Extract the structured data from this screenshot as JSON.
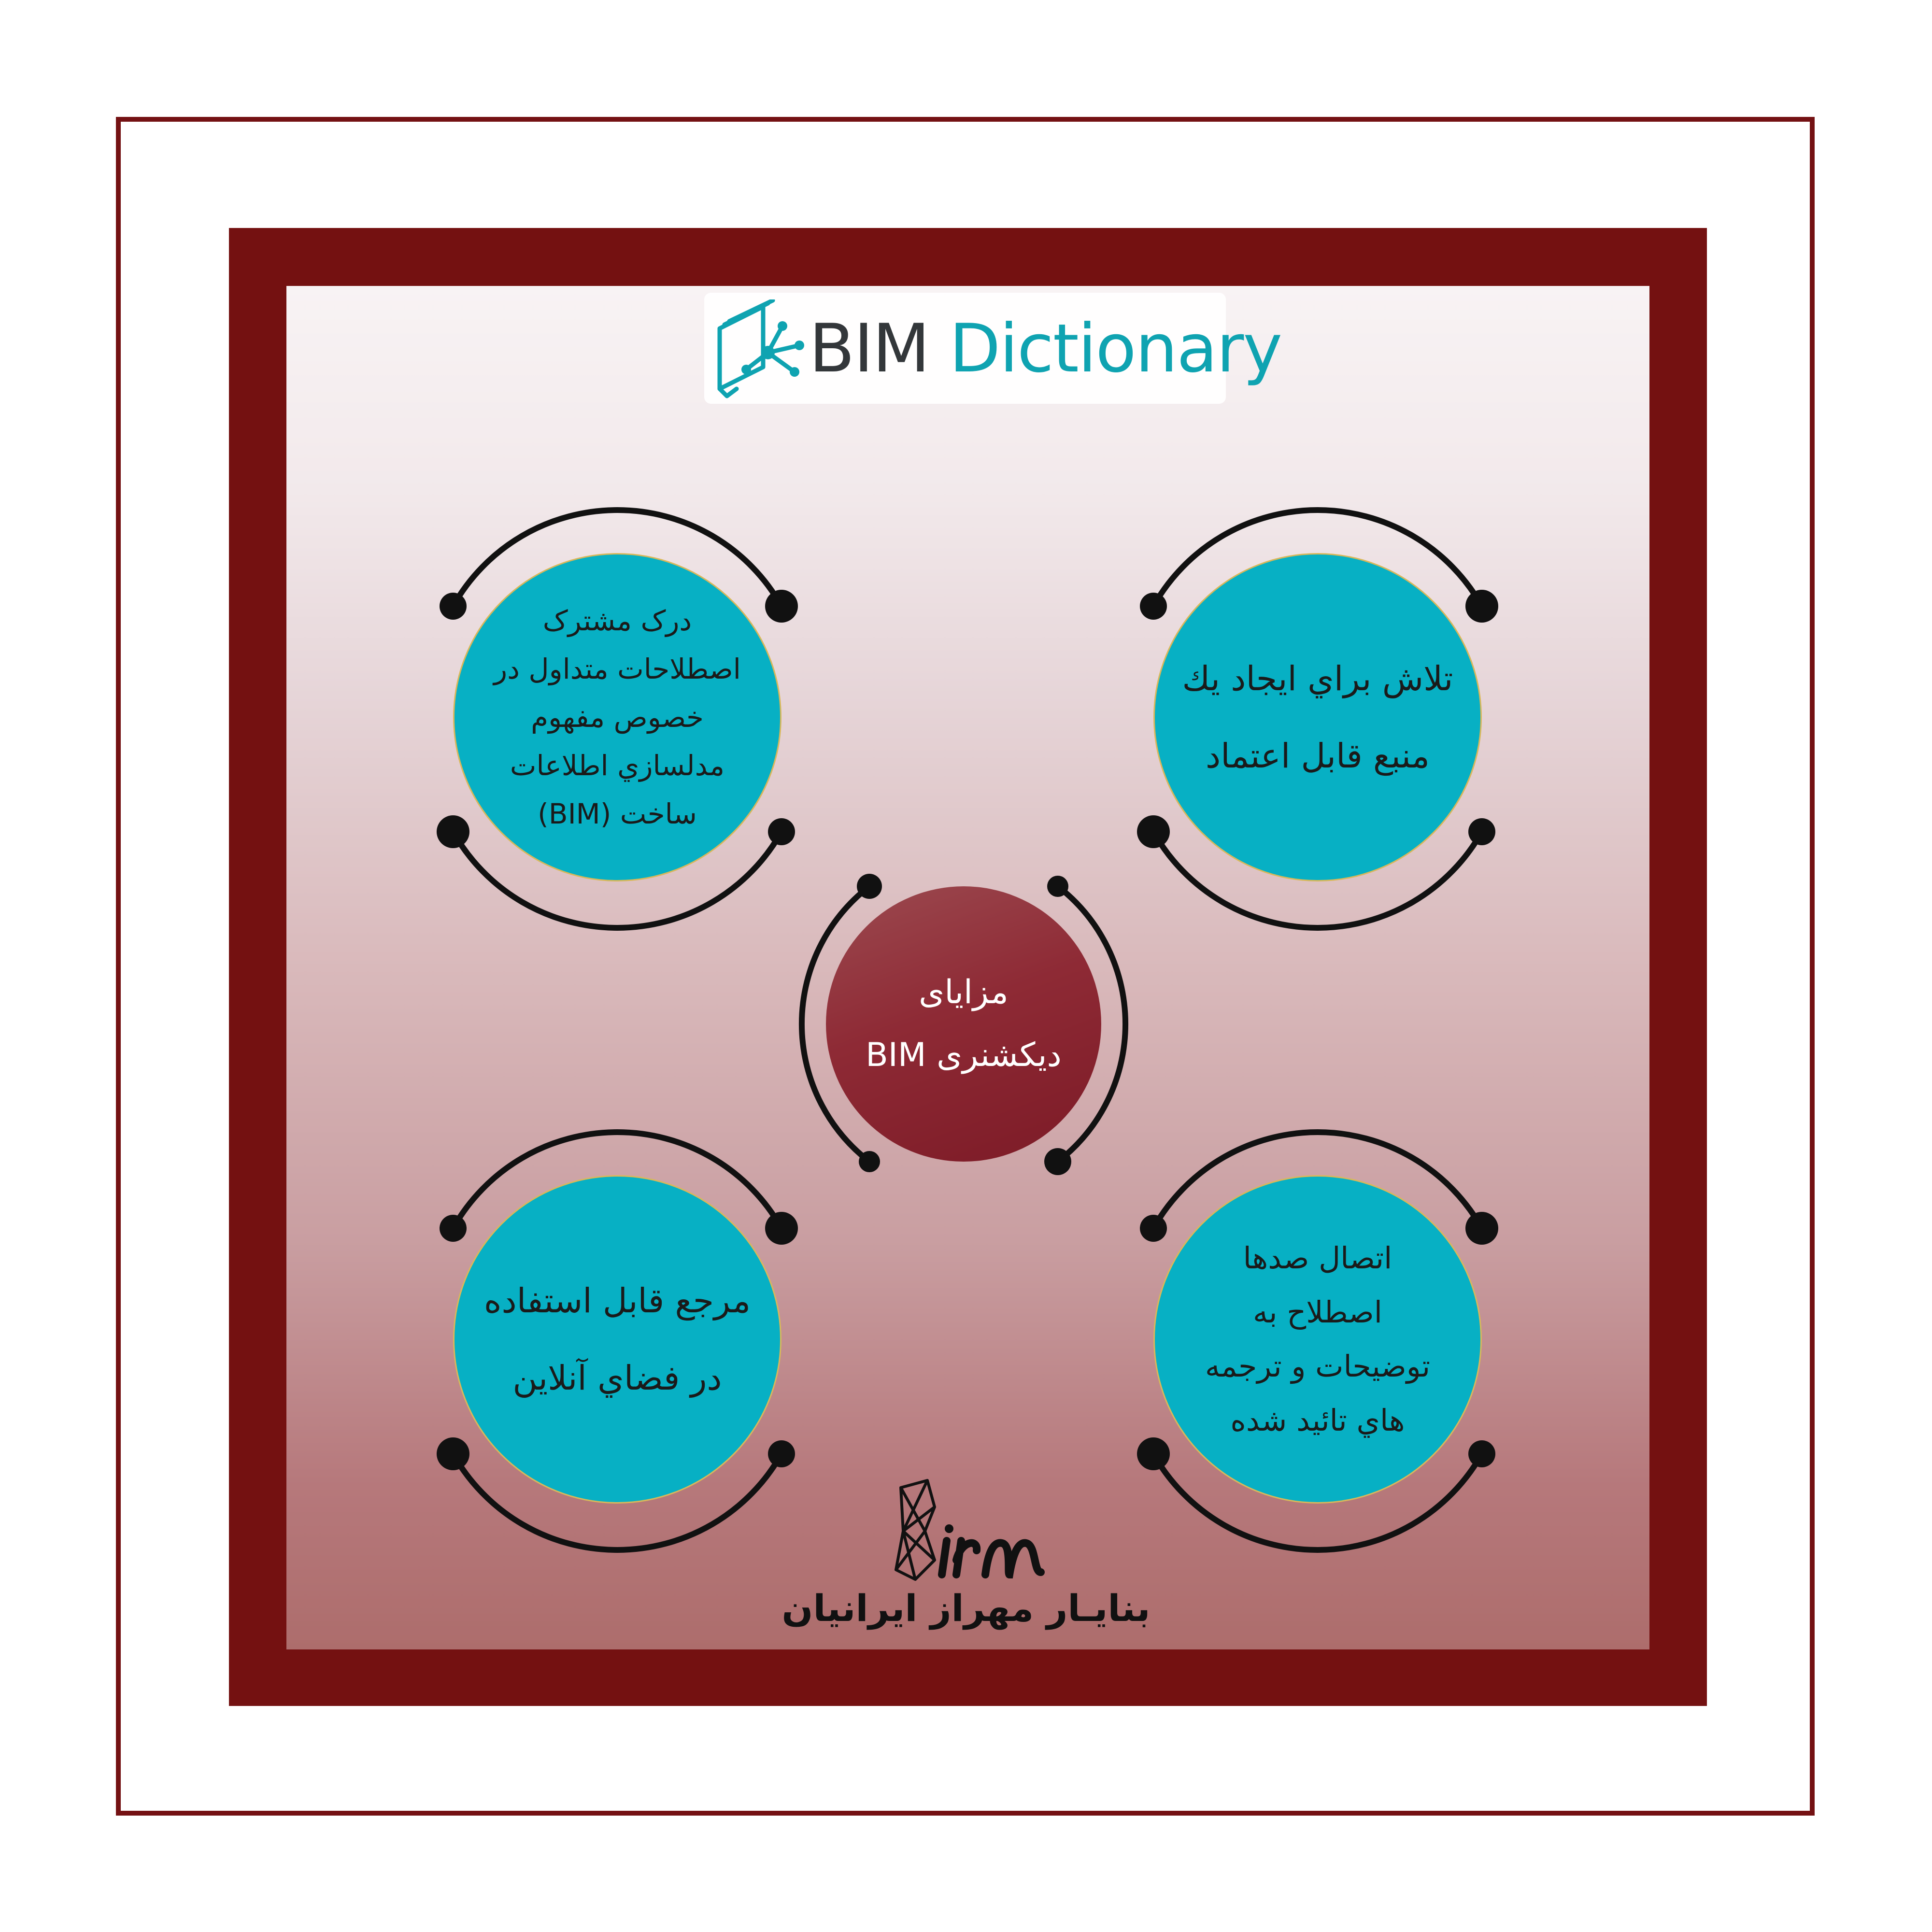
{
  "header": {
    "brand_part1": "BIM",
    "brand_part2": "Dictionary",
    "icon": "book-network-icon",
    "colors": {
      "dark": "#33373a",
      "teal": "#0fa3b1"
    }
  },
  "center": {
    "title": "مزایای\nدیکشنری BIM"
  },
  "benefits": [
    {
      "position": "top-left",
      "text": "درک مشترک\nاصطلاحات متداول در\nخصوص مفهوم\nمدلسازي اطلاعات\nساخت (BIM)"
    },
    {
      "position": "top-right",
      "text": "تلاش براي ايجاد يك\nمنبع قابل اعتماد"
    },
    {
      "position": "bottom-left",
      "text": "مرجع قابل استفاده\nدر فضاي آنلاين"
    },
    {
      "position": "bottom-right",
      "text": "اتصال صدها\nاصطلاح به\nتوضيحات و ترجمه\nهاي تائيد شده"
    }
  ],
  "footer": {
    "logo_icon": "bim-crystal-logo-icon",
    "company": "بنایـار مهراز ایرانیان"
  },
  "colors": {
    "frame": "#741111",
    "teal": "#07b0c4",
    "center": "#8e2a35"
  }
}
